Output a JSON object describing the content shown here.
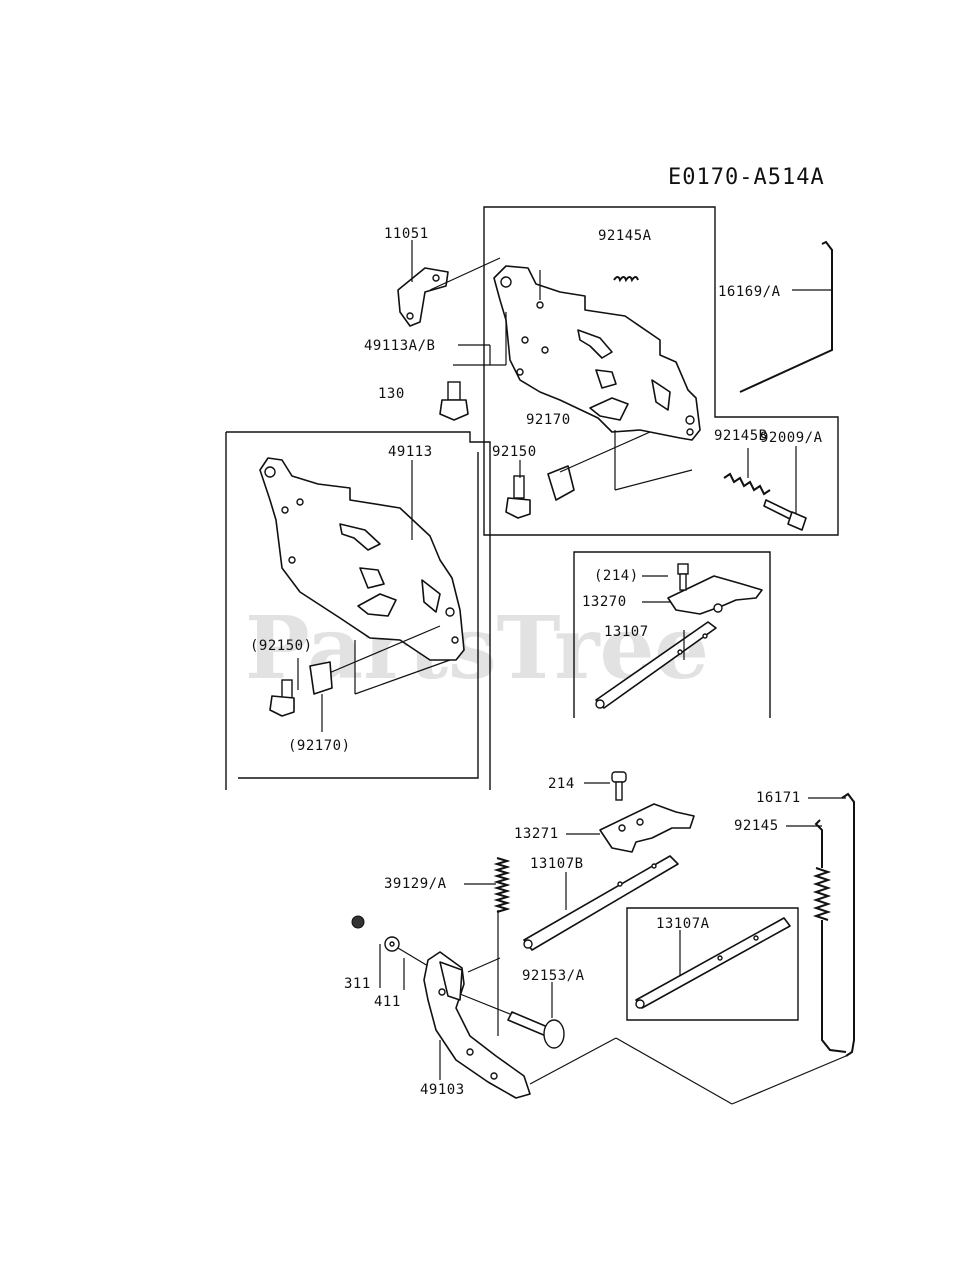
{
  "watermark": "PartsTree",
  "diagram_code": "E0170-A514A",
  "labels": {
    "p11051": "11051",
    "p92145A": "92145A",
    "p16169A": "16169/A",
    "p49113AB": "49113A/B",
    "p130": "130",
    "p92170": "92170",
    "p92145B": "92145B",
    "p92150": "92150",
    "p92009A": "92009/A",
    "p49113": "49113",
    "p92150p": "(92150)",
    "p92170p": "(92170)",
    "p214p": "(214)",
    "p13270": "13270",
    "p13107": "13107",
    "p16171": "16171",
    "p214": "214",
    "p92145": "92145",
    "p13271": "13271",
    "p39129A": "39129/A",
    "p13107B": "13107B",
    "p13107A": "13107A",
    "p311": "311",
    "p411": "411",
    "p92153A": "92153/A",
    "p49103": "49103"
  }
}
